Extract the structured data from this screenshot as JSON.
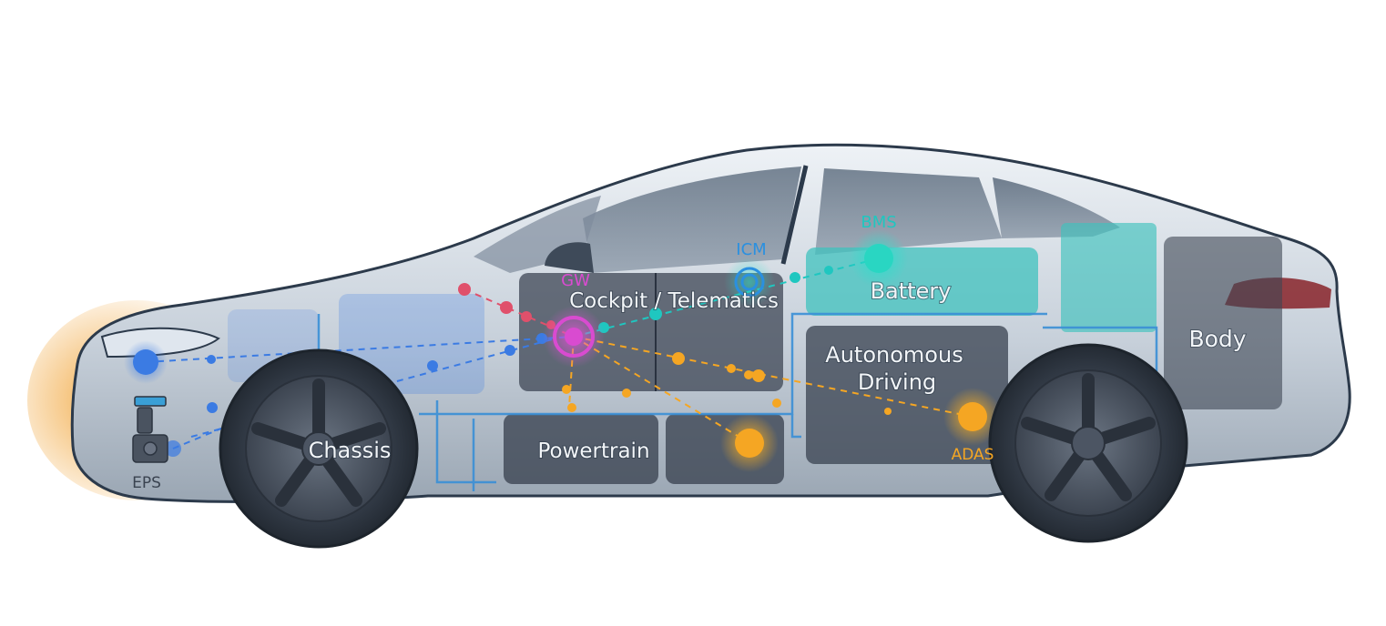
{
  "zones": {
    "cockpit": "Cockpit / Telematics",
    "battery": "Battery",
    "autonomous_line1": "Autonomous",
    "autonomous_line2": "Driving",
    "body": "Body",
    "chassis": "Chassis",
    "powertrain": "Powertrain"
  },
  "nodes": {
    "gw": "GW",
    "icm": "ICM",
    "bms": "BMS",
    "adas": "ADAS",
    "eps": "EPS"
  },
  "colors": {
    "gateway": "#d94bd0",
    "cockpit_network": "#1fc7c0",
    "battery_zone": "#3fc1bd",
    "autonomous_network": "#f5a623",
    "chassis_network": "#3b7be3",
    "body_network": "#e0506b",
    "wiring": "#3a8fd6",
    "module_box": "#3d4654"
  },
  "icons": {
    "eps_actuator": "steering-motor-icon",
    "wheel": "wheel-icon",
    "node": "glowing-node-icon"
  }
}
